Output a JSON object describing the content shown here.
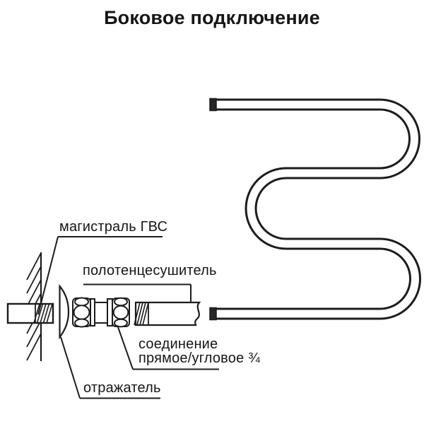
{
  "title": "Боковое подключение",
  "labels": {
    "supply_main": "магистраль ГВС",
    "towel_rail": "полотенцесушитель",
    "connection_line1": "соединение",
    "connection_line2": "прямое/угловое ¾",
    "reflector": "отражатель"
  },
  "colors": {
    "line": "#1c1c1c",
    "background": "#ffffff",
    "pipe_end_cap": "#262626"
  }
}
